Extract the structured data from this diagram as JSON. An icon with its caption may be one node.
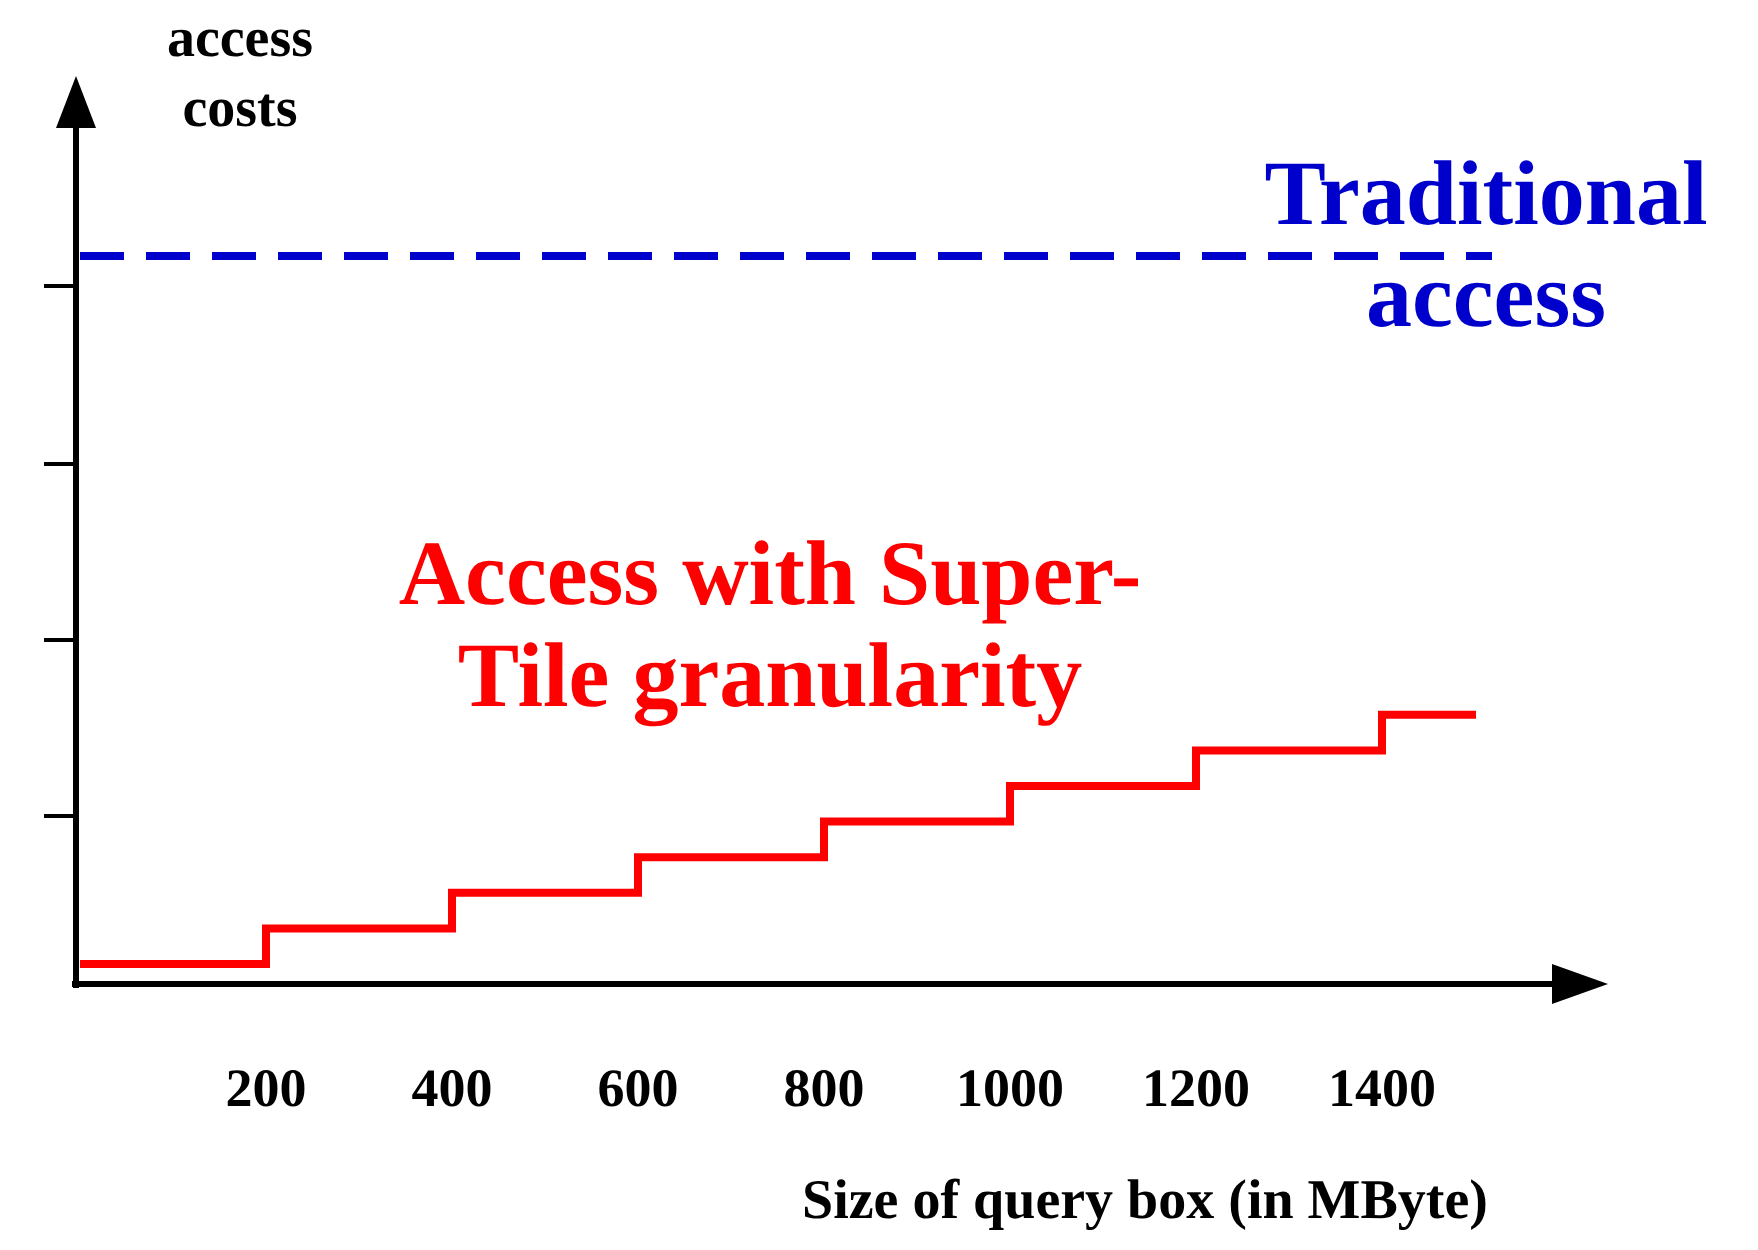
{
  "diagram": {
    "labels": [
      "access costs",
      "Traditional access",
      "Access with Super-Tile granularity",
      "200",
      "400",
      "600",
      "800",
      "1000",
      "1200",
      "1400",
      "Size of query box (in MByte)"
    ]
  }
}
